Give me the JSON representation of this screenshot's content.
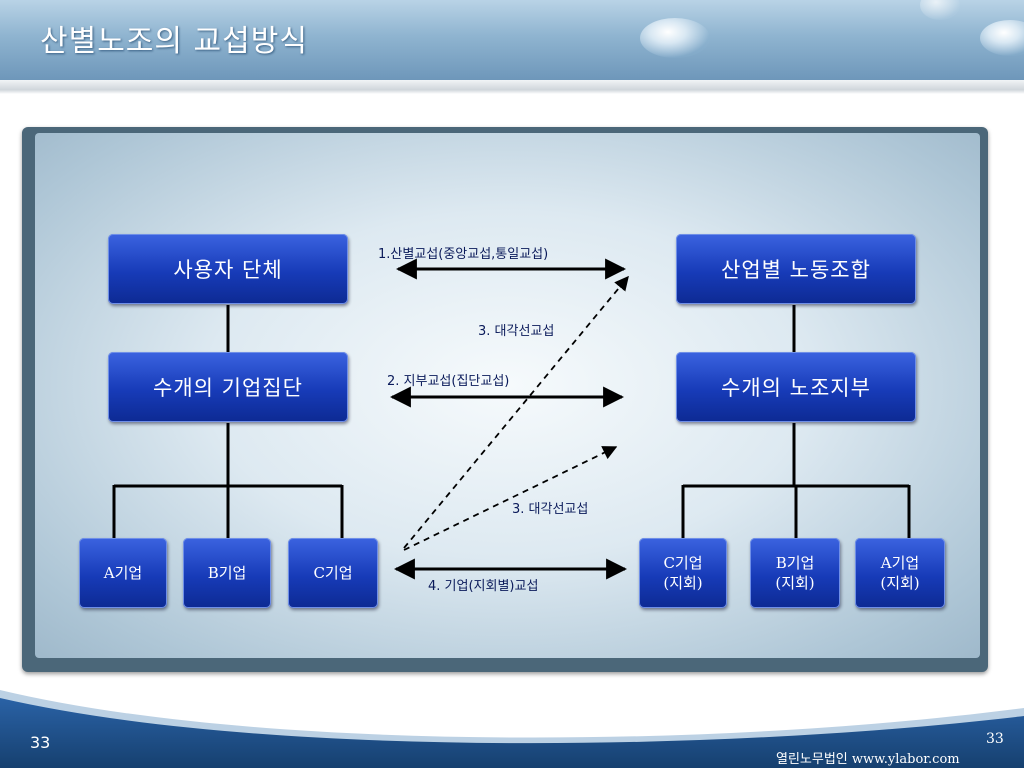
{
  "title": "산별노조의 교섭방식",
  "employer_side": {
    "top": "사용자 단체",
    "middle": "수개의 기업집단",
    "companies": [
      "A기업",
      "B기업",
      "C기업"
    ]
  },
  "union_side": {
    "top": "산업별 노동조합",
    "middle": "수개의 노조지부",
    "branches": [
      {
        "name": "C기업",
        "sub": "(지회)"
      },
      {
        "name": "B기업",
        "sub": "(지회)"
      },
      {
        "name": "A기업",
        "sub": "(지회)"
      }
    ]
  },
  "bargaining_labels": {
    "central": "1.산별교섭(중앙교섭,통일교섭)",
    "diagonal_upper": "3. 대각선교섭",
    "branch": "2. 지부교섭(집단교섭)",
    "diagonal_lower": "3. 대각선교섭",
    "company": "4. 기업(지회별)교섭"
  },
  "footer": {
    "page_left": "33",
    "page_right": "33",
    "brand": "열린노무법인 www.ylabor.com"
  },
  "colors": {
    "box_fill": "#1a3fbf",
    "footer": "#1e4f8c",
    "label_text": "#0a1a5a"
  }
}
